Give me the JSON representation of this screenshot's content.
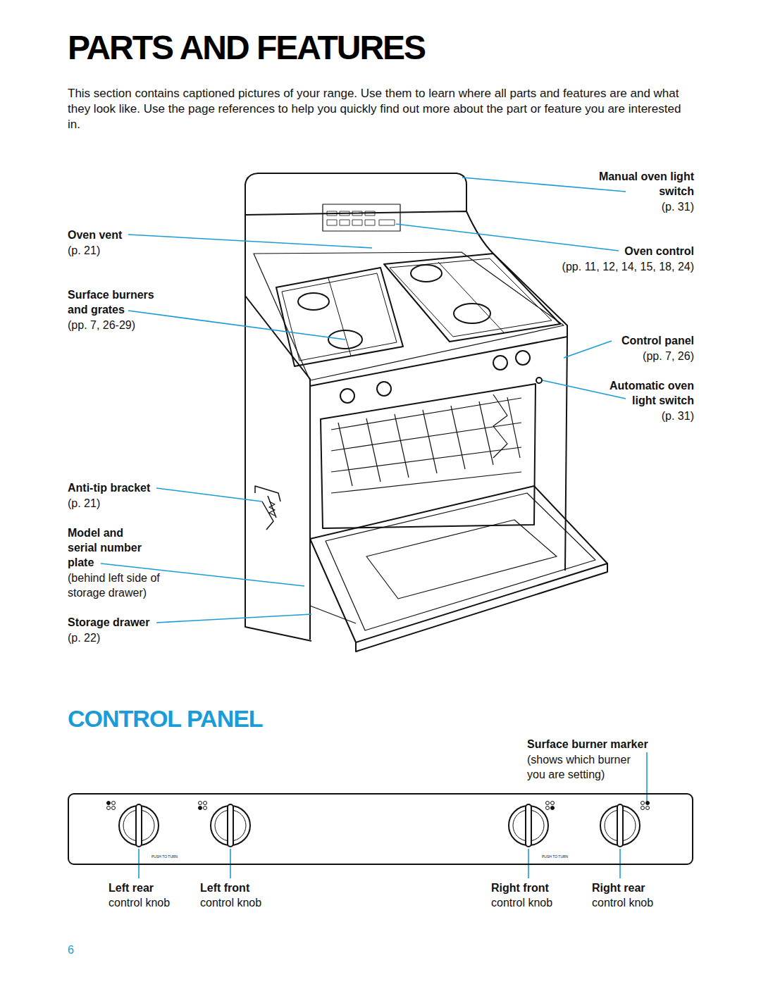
{
  "diagram": {
    "title": "PARTS AND FEATURES",
    "labels": [
      "This section contains captioned pictures of your range. Use them to learn where all parts and features are and what they look like. Use the page references to help you quickly find out more about the part or feature you are interested in.",
      "Manual oven light switch",
      "(p. 31)",
      "Oven vent",
      "(p. 21)",
      "Oven control",
      "(pp. 11, 12, 14, 15, 18, 24)",
      "Surface burners and grates",
      "(pp. 7, 26-29)",
      "Control panel",
      "(pp. 7, 26)",
      "Automatic oven light switch",
      "(p. 31)",
      "Anti-tip bracket",
      "(p. 21)",
      "Model and serial number plate",
      "(behind left side of storage drawer)",
      "Storage drawer",
      "(p. 22)",
      "CONTROL PANEL",
      "Surface burner marker",
      "(shows which burner you are setting)",
      "PUSH TO TURN",
      "PUSH TO TURN",
      "Left rear",
      "control knob",
      "Left front",
      "control knob",
      "Right front",
      "control knob",
      "Right rear",
      "control knob",
      "6"
    ]
  }
}
